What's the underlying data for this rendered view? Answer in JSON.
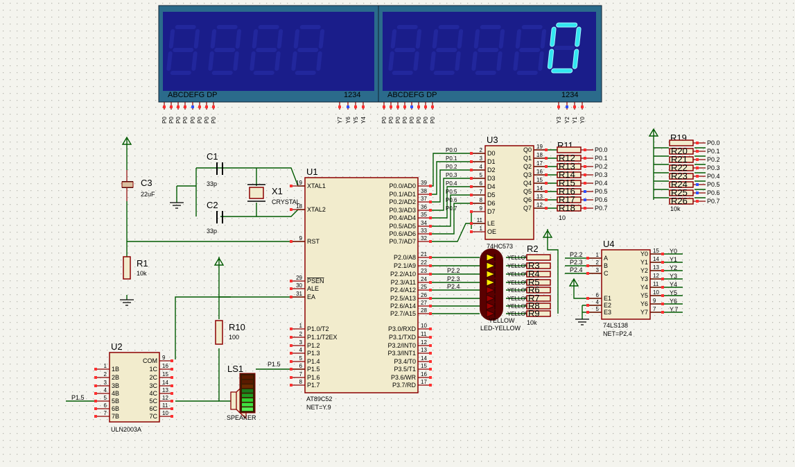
{
  "colors": {
    "canvas": "#f4f4ee",
    "dot": "#b8b8b0",
    "body_fill": "#f2eccd",
    "body_stroke": "#8b0000",
    "wire": "#005a00",
    "display_bg": "#1a1d8a",
    "display_frame": "#2b6b8b",
    "segment_on": "#32e6f0",
    "led_yellow": "#ffee00",
    "led_off": "#9b0000"
  },
  "display_left": {
    "segment_label": "ABCDEFG  DP",
    "digit_label": "1234",
    "pin_labels": [
      "P0",
      "P0",
      "P0",
      "P0",
      "P0",
      "P0",
      "P0",
      "P0",
      "Y7",
      "Y6",
      "Y5",
      "Y4"
    ]
  },
  "display_right": {
    "segment_label": "ABCDEFG  DP",
    "digit_label": "1234",
    "pin_labels": [
      "P0",
      "P0",
      "P0",
      "P0",
      "P0",
      "P0",
      "P0",
      "P0",
      "Y3",
      "Y2",
      "Y1",
      "Y0"
    ],
    "shown_digit": "0"
  },
  "c1": {
    "ref": "C1",
    "value": "33p"
  },
  "c2": {
    "ref": "C2",
    "value": "33p"
  },
  "c3": {
    "ref": "C3",
    "value": "22uF"
  },
  "x1": {
    "ref": "X1",
    "value": "CRYSTAL"
  },
  "r1": {
    "ref": "R1",
    "value": "10k"
  },
  "r10": {
    "ref": "R10",
    "value": "100"
  },
  "u1": {
    "ref": "U1",
    "part": "AT89C52",
    "net": "NET=Y.9",
    "left_pins": [
      {
        "num": "19",
        "name": "XTAL1"
      },
      {
        "num": "18",
        "name": "XTAL2"
      },
      {
        "num": "9",
        "name": "RST"
      },
      {
        "num": "29",
        "name": "PSEN"
      },
      {
        "num": "30",
        "name": "ALE"
      },
      {
        "num": "31",
        "name": "EA"
      },
      {
        "num": "1",
        "name": "P1.0/T2"
      },
      {
        "num": "2",
        "name": "P1.1/T2EX"
      },
      {
        "num": "3",
        "name": "P1.2"
      },
      {
        "num": "4",
        "name": "P1.3"
      },
      {
        "num": "5",
        "name": "P1.4"
      },
      {
        "num": "6",
        "name": "P1.5"
      },
      {
        "num": "7",
        "name": "P1.6"
      },
      {
        "num": "8",
        "name": "P1.7"
      }
    ],
    "right_pins": [
      {
        "num": "39",
        "name": "P0.0/AD0"
      },
      {
        "num": "38",
        "name": "P0.1/AD1"
      },
      {
        "num": "37",
        "name": "P0.2/AD2"
      },
      {
        "num": "36",
        "name": "P0.3/AD3"
      },
      {
        "num": "35",
        "name": "P0.4/AD4"
      },
      {
        "num": "34",
        "name": "P0.5/AD5"
      },
      {
        "num": "33",
        "name": "P0.6/AD6"
      },
      {
        "num": "32",
        "name": "P0.7/AD7"
      },
      {
        "num": "21",
        "name": "P2.0/A8"
      },
      {
        "num": "22",
        "name": "P2.1/A9"
      },
      {
        "num": "23",
        "name": "P2.2/A10"
      },
      {
        "num": "24",
        "name": "P2.3/A11"
      },
      {
        "num": "25",
        "name": "P2.4/A12"
      },
      {
        "num": "26",
        "name": "P2.5/A13"
      },
      {
        "num": "27",
        "name": "P2.6/A14"
      },
      {
        "num": "28",
        "name": "P2.7/A15"
      },
      {
        "num": "10",
        "name": "P3.0/RXD"
      },
      {
        "num": "11",
        "name": "P3.1/TXD"
      },
      {
        "num": "12",
        "name": "P3.2/INT0"
      },
      {
        "num": "13",
        "name": "P3.3/INT1"
      },
      {
        "num": "14",
        "name": "P3.4/T0"
      },
      {
        "num": "15",
        "name": "P3.5/T1"
      },
      {
        "num": "16",
        "name": "P3.6/WR"
      },
      {
        "num": "17",
        "name": "P3.7/RD"
      }
    ]
  },
  "u3": {
    "ref": "U3",
    "part": "74HC573",
    "in_pins": [
      {
        "num": "2",
        "name": "D0",
        "net": "P0.0"
      },
      {
        "num": "3",
        "name": "D1",
        "net": "P0.1"
      },
      {
        "num": "4",
        "name": "D2",
        "net": "P0.2"
      },
      {
        "num": "5",
        "name": "D3",
        "net": "P0.3"
      },
      {
        "num": "6",
        "name": "D4",
        "net": "P0.4"
      },
      {
        "num": "7",
        "name": "D5",
        "net": "P0.5"
      },
      {
        "num": "8",
        "name": "D6",
        "net": "P0.6"
      },
      {
        "num": "9",
        "name": "D7",
        "net": "P0.7"
      }
    ],
    "out_pins": [
      {
        "num": "19",
        "name": "Q0"
      },
      {
        "num": "18",
        "name": "Q1"
      },
      {
        "num": "17",
        "name": "Q2"
      },
      {
        "num": "16",
        "name": "Q3"
      },
      {
        "num": "15",
        "name": "Q4"
      },
      {
        "num": "14",
        "name": "Q5"
      },
      {
        "num": "13",
        "name": "Q6"
      },
      {
        "num": "12",
        "name": "Q7"
      }
    ],
    "ctrl_pins": [
      {
        "num": "11",
        "name": "LE"
      },
      {
        "num": "1",
        "name": "OE"
      }
    ]
  },
  "r11": {
    "ref": "R11",
    "value": "10",
    "labels": [
      "R12",
      "R13",
      "R14",
      "R15",
      "R16",
      "R17",
      "R18"
    ],
    "nets": [
      "P0.0",
      "P0.1",
      "P0.2",
      "P0.3",
      "P0.4",
      "P0.5",
      "P0.6",
      "P0.7"
    ]
  },
  "r19": {
    "ref": "R19",
    "value": "10k",
    "labels": [
      "R20",
      "R21",
      "R22",
      "R23",
      "R24",
      "R25",
      "R26"
    ],
    "nets": [
      "P0.0",
      "P0.1",
      "P0.2",
      "P0.3",
      "P0.4",
      "P0.5",
      "P0.6",
      "P0.7"
    ]
  },
  "u4": {
    "ref": "U4",
    "part": "74LS138",
    "net": "NET=P2.4",
    "in_pins": [
      {
        "num": "1",
        "name": "A",
        "net": "P2.2"
      },
      {
        "num": "2",
        "name": "B",
        "net": "P2.3"
      },
      {
        "num": "3",
        "name": "C",
        "net": "P2.4"
      }
    ],
    "en_pins": [
      {
        "num": "6",
        "name": "E1"
      },
      {
        "num": "4",
        "name": "E2"
      },
      {
        "num": "5",
        "name": "E3"
      }
    ],
    "out_pins": [
      {
        "num": "15",
        "name": "Y0",
        "net": "Y0"
      },
      {
        "num": "14",
        "name": "Y1",
        "net": "Y1"
      },
      {
        "num": "13",
        "name": "Y2",
        "net": "Y2"
      },
      {
        "num": "12",
        "name": "Y3",
        "net": "Y3"
      },
      {
        "num": "11",
        "name": "Y4",
        "net": "Y4"
      },
      {
        "num": "10",
        "name": "Y5",
        "net": "Y5"
      },
      {
        "num": "9",
        "name": "Y6",
        "net": "Y6"
      },
      {
        "num": "7",
        "name": "Y7",
        "net": "Y.7"
      }
    ]
  },
  "r2": {
    "ref": "R2",
    "value": "10k",
    "labels": [
      "R3",
      "R4",
      "R5",
      "R6",
      "R7",
      "R8",
      "R9"
    ]
  },
  "leds": {
    "part": "LED-YELLOW",
    "tag": "YELLOW",
    "count": 8,
    "lit": [
      true,
      true,
      true,
      true,
      false,
      false,
      false,
      false
    ]
  },
  "nets_p2": [
    "P2.2",
    "P2.3",
    "P2.4"
  ],
  "u2": {
    "ref": "U2",
    "part": "ULN2003A",
    "in_pins": [
      {
        "num": "1",
        "name": "1B"
      },
      {
        "num": "2",
        "name": "2B"
      },
      {
        "num": "3",
        "name": "3B"
      },
      {
        "num": "4",
        "name": "4B"
      },
      {
        "num": "5",
        "name": "5B"
      },
      {
        "num": "6",
        "name": "6B"
      },
      {
        "num": "7",
        "name": "7B"
      }
    ],
    "out_pins": [
      {
        "num": "9",
        "name": "COM"
      },
      {
        "num": "16",
        "name": "1C"
      },
      {
        "num": "15",
        "name": "2C"
      },
      {
        "num": "14",
        "name": "3C"
      },
      {
        "num": "13",
        "name": "4C"
      },
      {
        "num": "12",
        "name": "5C"
      },
      {
        "num": "11",
        "name": "6C"
      },
      {
        "num": "10",
        "name": "7C"
      }
    ],
    "net_in": "P1.5"
  },
  "ls1": {
    "ref": "LS1",
    "part": "SPEAKER",
    "net": "P1.5"
  }
}
